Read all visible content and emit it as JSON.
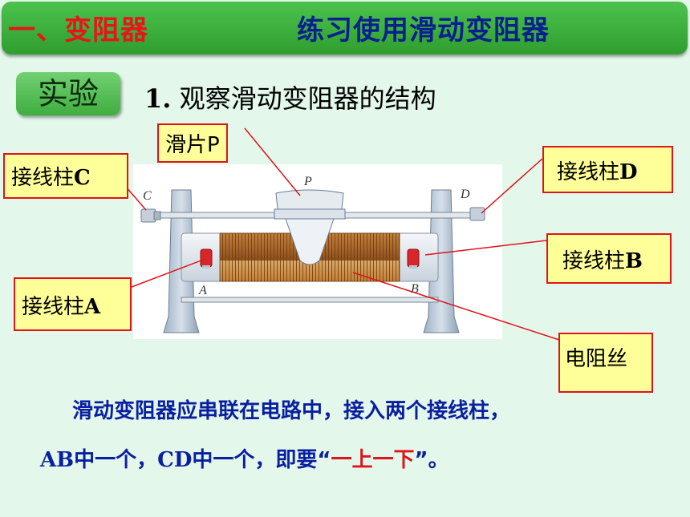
{
  "header": {
    "left_title": "一、变阻器",
    "right_title": "练习使用滑动变阻器"
  },
  "experiment_badge": "实验",
  "step_title": {
    "number": "1.",
    "text": "观察滑动变阻器的结构"
  },
  "photo_letters": {
    "p": "P",
    "c": "C",
    "d": "D",
    "a": "A",
    "b": "B"
  },
  "labels": {
    "slider_p": "滑片P",
    "terminal_c_prefix": "接线柱",
    "terminal_c_letter": "C",
    "terminal_d_prefix": "接线柱",
    "terminal_d_letter": "D",
    "terminal_b_prefix": "接线柱",
    "terminal_b_letter": "B",
    "terminal_a_prefix": "接线柱",
    "terminal_a_letter": "A",
    "resistance_wire": "电阻丝"
  },
  "paragraph": {
    "line1": "滑动变阻器应串联在电路中，接入两个接线柱，",
    "line2_ab": "AB",
    "line2_mid1": "中一个，",
    "line2_cd": "CD",
    "line2_mid2": "中一个，即要“",
    "line2_highlight": "一上一下",
    "line2_end": "”。"
  },
  "colors": {
    "header_green": "#3fae3f",
    "header_left_text": "#e8141a",
    "header_right_text": "#0a1f8f",
    "label_fill": "#ffff99",
    "label_border": "#e0141a",
    "body_text": "#0a1fa0",
    "highlight": "#e0141a"
  }
}
